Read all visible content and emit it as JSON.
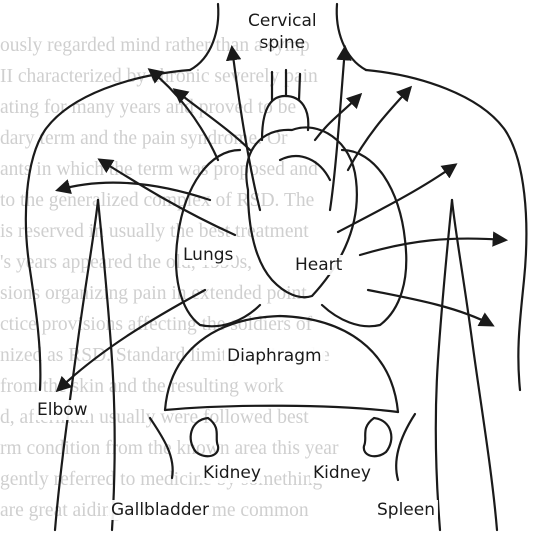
{
  "diagram": {
    "labels": {
      "cervical_spine_line1": "Cervical",
      "cervical_spine_line2": "spine",
      "lungs": "Lungs",
      "heart": "Heart",
      "diaphragm": "Diaphragm",
      "elbow": "Elbow",
      "kidney_left": "Kidney",
      "kidney_right": "Kidney",
      "gallbladder": "Gallbladder",
      "spleen": "Spleen"
    },
    "line_color": "#1a1a1a",
    "background_text_color": "#cfcfcf"
  }
}
